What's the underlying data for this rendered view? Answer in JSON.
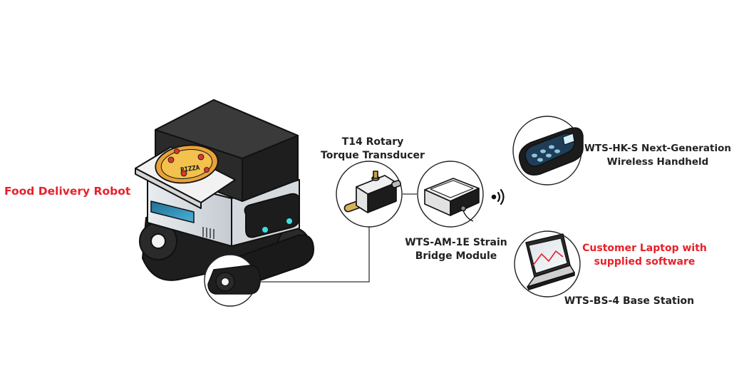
{
  "labels": {
    "robot": "Food Delivery Robot",
    "transducer": [
      "T14 Rotary",
      "Torque Transducer"
    ],
    "module": [
      "WTS-AM-1E Strain",
      "Bridge Module"
    ],
    "handheld": [
      "WTS-HK-S Next-Generation",
      "Wireless Handheld"
    ],
    "laptop": [
      "Customer Laptop with",
      "supplied software"
    ],
    "base_station": "WTS-BS-4 Base Station"
  },
  "pizza_box_text": "PIZZA",
  "colors": {
    "accent_red": "#e8202a",
    "text": "#222222",
    "outline": "#111111",
    "cyan_light": "#39e0e8",
    "screen_blue": "#2f8fb8",
    "handheld_body": "#1f3d57"
  },
  "icons": [
    "wireless-signal-icon"
  ]
}
